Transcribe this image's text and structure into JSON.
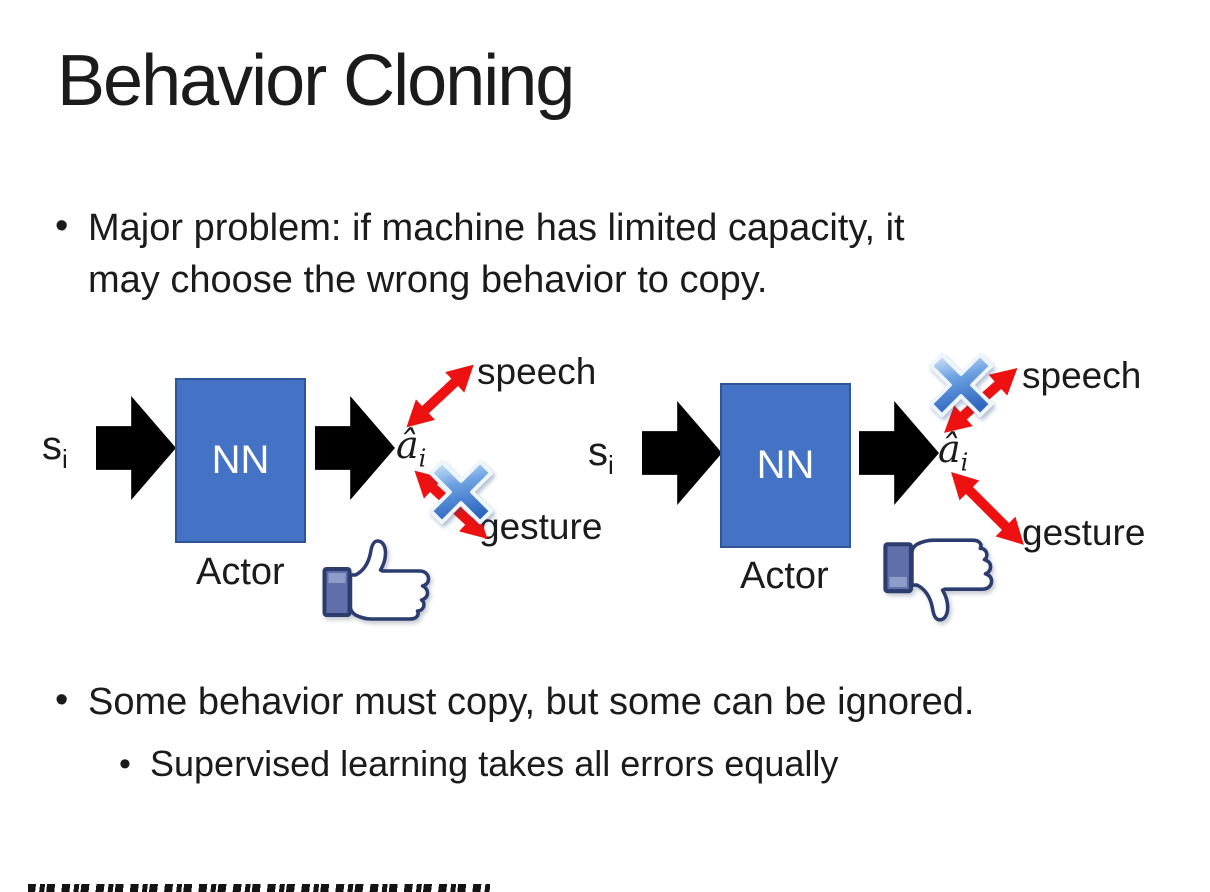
{
  "slide": {
    "title": "Behavior Cloning",
    "bullet_major": {
      "lines": [
        "Major problem: if machine has limited capacity, it",
        "may choose the wrong behavior to copy."
      ]
    },
    "bullet_some": "Some behavior must copy, but some can be ignored.",
    "bullet_supervised": "Supervised learning takes all errors equally"
  },
  "symbols": {
    "state": "s",
    "state_sub": "i",
    "action": "â",
    "action_sub": "i"
  },
  "diagram_left": {
    "box_label": "NN",
    "caption": "Actor",
    "action_top": "speech",
    "action_bottom": "gesture",
    "crossed_out": "gesture",
    "feedback_icon": "thumbs-up"
  },
  "diagram_right": {
    "box_label": "NN",
    "caption": "Actor",
    "action_top": "speech",
    "action_bottom": "gesture",
    "crossed_out": "speech",
    "feedback_icon": "thumbs-down"
  },
  "colors": {
    "nn_box_fill": "#4472C4",
    "nn_box_border": "#2F5597",
    "flow_arrow": "#000000",
    "relation_arrow": "#EE1111",
    "cross_mark": "#4A86D8",
    "thumb_outline": "#2D3C6E",
    "thumb_cuff": "#5E6FA9"
  }
}
